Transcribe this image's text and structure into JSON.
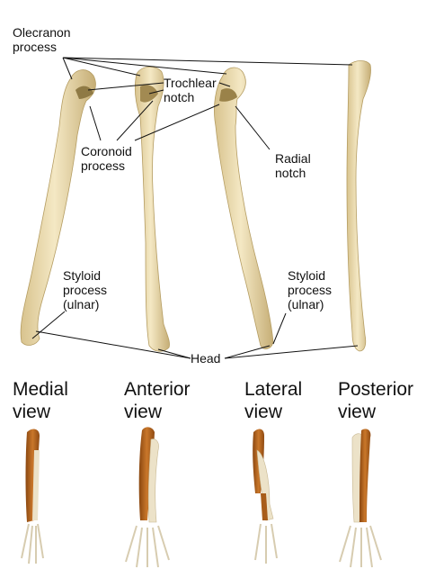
{
  "labels": {
    "olecranon": "Olecranon\nprocess",
    "trochlear": "Trochlear\nnotch",
    "coronoid": "Coronoid\nprocess",
    "radial": "Radial\nnotch",
    "styloid_left": "Styloid\nprocess\n(ulnar)",
    "styloid_right": "Styloid\nprocess\n(ulnar)",
    "head": "Head"
  },
  "views": [
    {
      "label": "Medial\nview"
    },
    {
      "label": "Anterior\nview"
    },
    {
      "label": "Lateral\nview"
    },
    {
      "label": "Posterior\nview"
    }
  ],
  "colors": {
    "bone": "#efe0b4",
    "bone_shade": "#c9b27a",
    "ulna_highlight": "#b5651d",
    "leader": "#111111"
  }
}
